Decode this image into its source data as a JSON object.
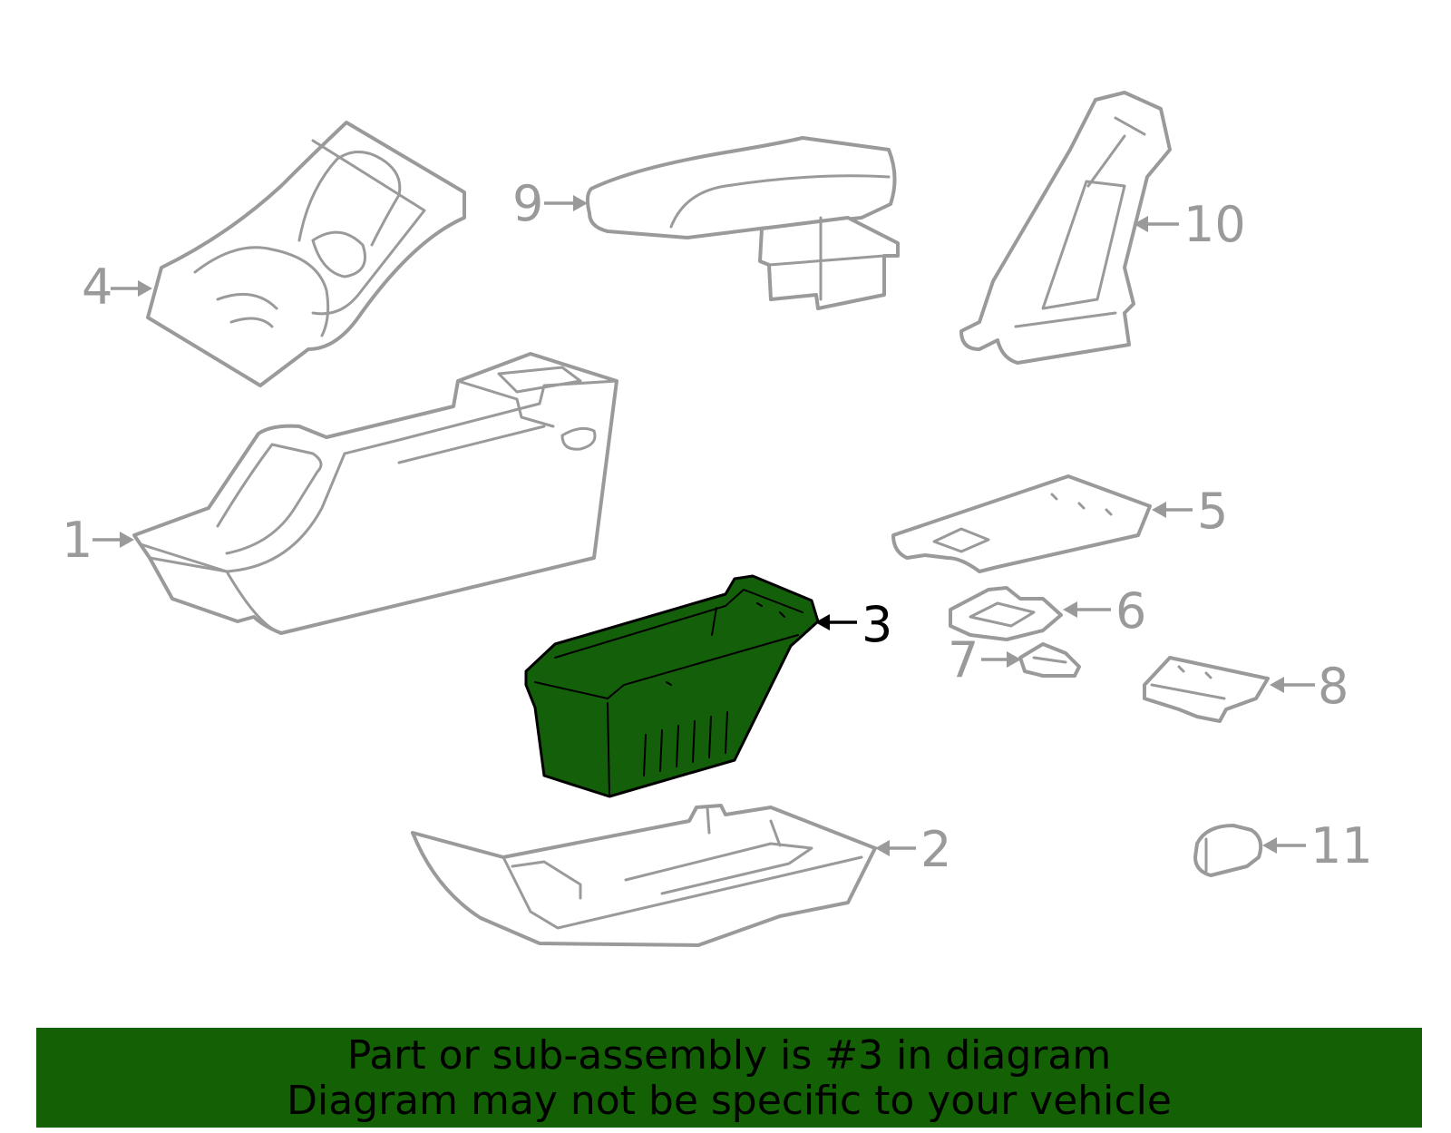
{
  "diagram": {
    "callouts": [
      "1",
      "2",
      "3",
      "4",
      "5",
      "6",
      "7",
      "8",
      "9",
      "10",
      "11"
    ],
    "highlighted_part": "3",
    "colors": {
      "highlight": "#145f0a",
      "banner": "#146005",
      "line": "#9a9a9a"
    }
  },
  "banner": {
    "line1": "Part or sub-assembly is #3 in diagram",
    "line2": "Diagram may not be specific to your vehicle"
  }
}
